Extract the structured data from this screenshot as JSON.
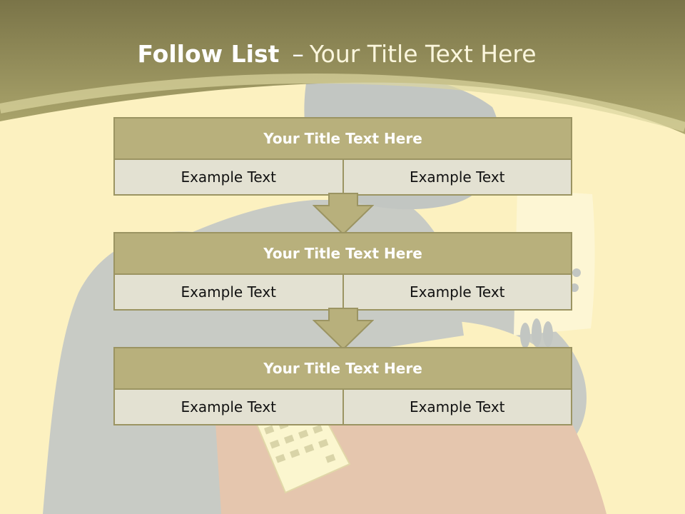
{
  "slide": {
    "title_bold": "Follow List",
    "title_dash": "–",
    "title_rest": "Your Title Text Here"
  },
  "colors": {
    "background": "#fcf1c0",
    "header_band": "#a8a26a",
    "block_title_fill": "#b8b07c",
    "block_border": "#9b9462",
    "cell_fill": "#e3e1d2"
  },
  "blocks": [
    {
      "title": "Your Title Text Here",
      "cells": [
        "Example Text",
        "Example Text"
      ]
    },
    {
      "title": "Your Title Text Here",
      "cells": [
        "Example Text",
        "Example Text"
      ]
    },
    {
      "title": "Your Title Text Here",
      "cells": [
        "Example Text",
        "Example Text"
      ]
    }
  ],
  "arrows": [
    {
      "icon": "down-arrow-icon"
    },
    {
      "icon": "down-arrow-icon"
    }
  ]
}
